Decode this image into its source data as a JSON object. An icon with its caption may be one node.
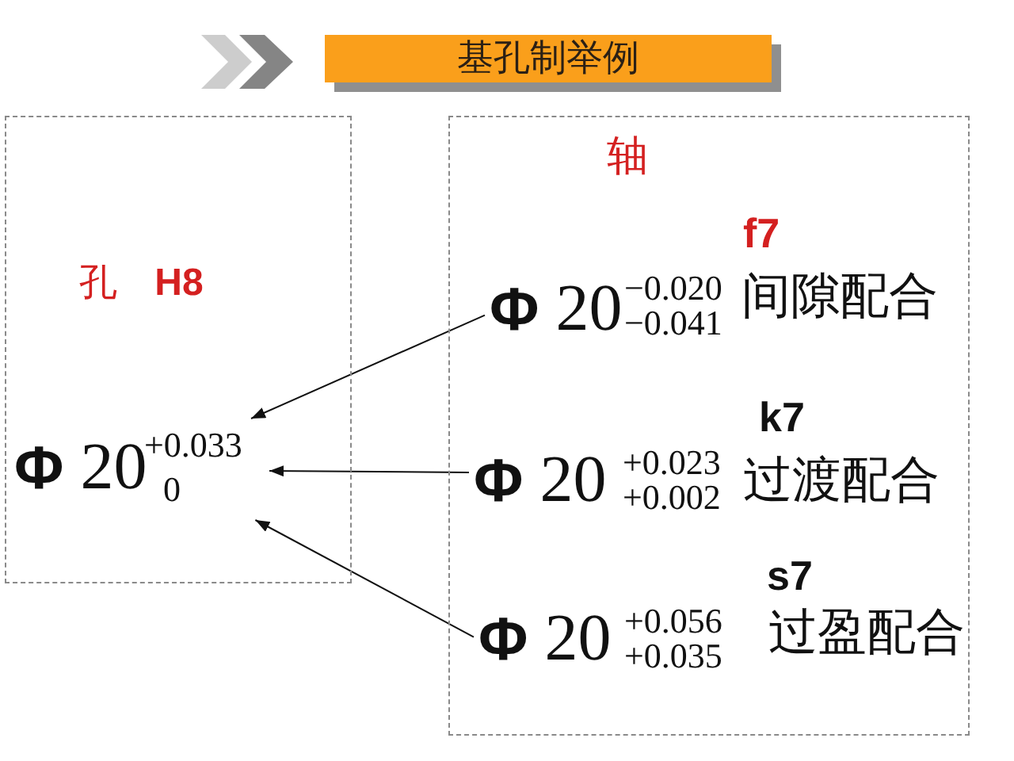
{
  "diagram": {
    "title": "基孔制举例",
    "nodes": [
      {
        "text": [
          "孔 **H8**"
        ]
      },
      {
        "text": [
          "**Φ** 20",
          "+0.033",
          "0"
        ],
        "in": 0
      },
      {
        "text": [
          "轴"
        ]
      },
      {
        "text": [
          "**Φ** 20",
          "−0.020",
          "−0.041"
        ],
        "in": 2,
        "beside": [
          "f7",
          "间隙配合"
        ]
      },
      {
        "text": [
          "**Φ** 20",
          "+0.023",
          "+0.002"
        ],
        "in": 2,
        "beside": [
          "k7",
          "过渡配合"
        ]
      },
      {
        "text": [
          "**Φ** 20",
          "+0.056",
          "+0.035"
        ],
        "in": 2,
        "beside": [
          "s7",
          "过盈配合"
        ]
      }
    ],
    "edges": [
      {
        "from": 3,
        "to": 1,
        "arrow": "to"
      },
      {
        "from": 4,
        "to": 1,
        "arrow": "to"
      },
      {
        "from": 5,
        "to": 1,
        "arrow": "to"
      }
    ]
  }
}
